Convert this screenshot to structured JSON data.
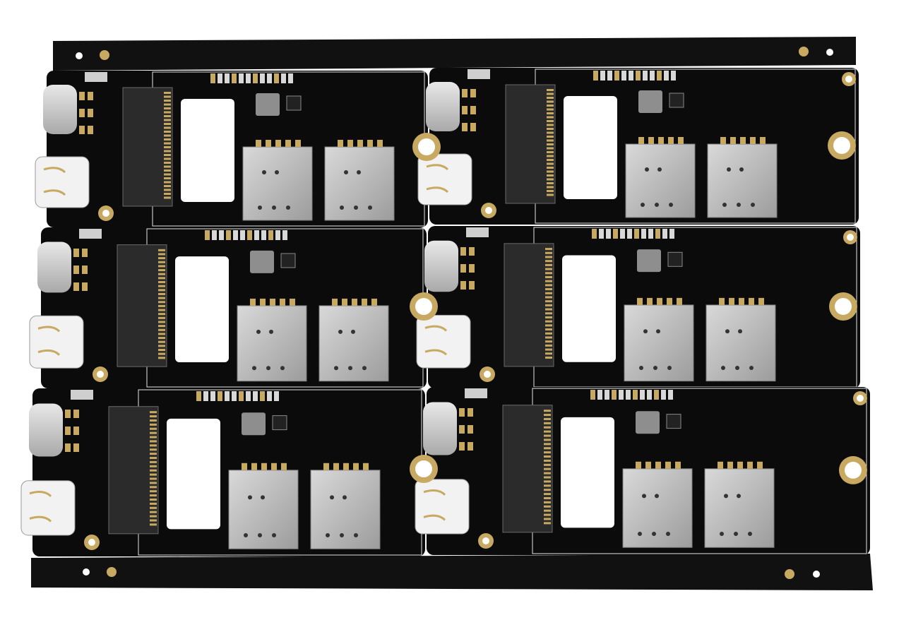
{
  "scene": {
    "subject": "pcb-panel-render",
    "board_count": 6,
    "colors": {
      "background": "#ffffff",
      "solder_mask": "#0b0b0b",
      "rail": "#111111",
      "gold": "#c8a962",
      "silver": "#b9b9b9",
      "silkscreen": "#e6e6e6"
    },
    "components_per_board": {
      "usb_c_ports": 2,
      "m2_slots": 1,
      "sim_card_slots": 2,
      "ic_chips": 1,
      "mounting_holes": 3
    }
  }
}
